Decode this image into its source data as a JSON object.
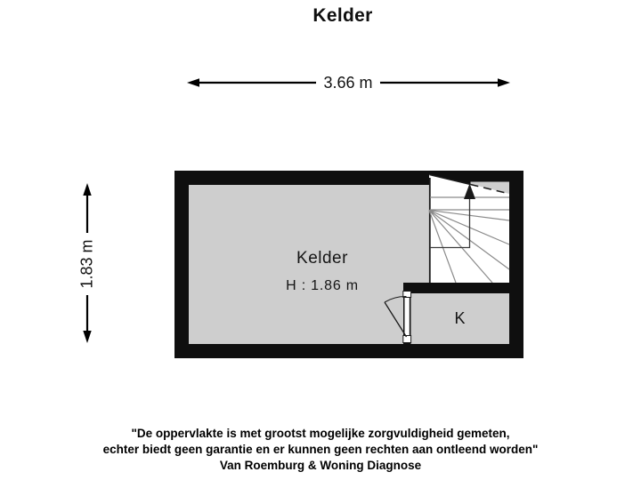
{
  "page": {
    "title": "Kelder",
    "background": "#ffffff"
  },
  "dimensions": {
    "width_label": "3.66 m",
    "height_label": "1.83 m"
  },
  "rooms": {
    "main": {
      "name": "Kelder",
      "ceiling_height_label": "H : 1.86 m"
    },
    "closet": {
      "name": "K"
    }
  },
  "footer": {
    "line1": "\"De oppervlakte is met grootst mogelijke zorgvuldigheid gemeten,",
    "line2": "echter biedt geen garantie en er kunnen geen rechten aan ontleend worden\"",
    "line3": "Van Roemburg & Woning Diagnose"
  },
  "colors": {
    "wall": "#0f0f0f",
    "room_fill": "#cecece",
    "stairs_fill": "#ffffff",
    "tread_line": "#8a8a8a",
    "dimension": "#000000"
  }
}
